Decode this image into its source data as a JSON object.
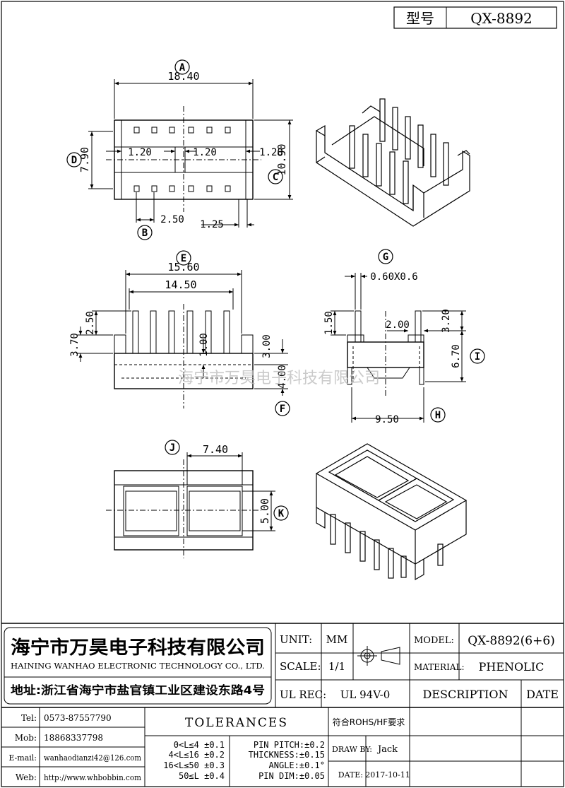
{
  "model_box": {
    "label": "型号",
    "value": "QX-8892"
  },
  "dimensions": {
    "A": "18.40",
    "B": "2.50",
    "B2": "1.25",
    "C": "10.90",
    "D": "7.90",
    "w1": "1.20",
    "w2": "1.20",
    "w3": "1.20",
    "E": "15.60",
    "E2": "14.50",
    "h1": "2.50",
    "h2": "3.70",
    "h3": "1.00",
    "h4": "3.00",
    "F": "4.00",
    "G": "0.60X0.6",
    "g1": "1.50",
    "g2": "2.00",
    "g3": "3.20",
    "I": "6.70",
    "H": "9.50",
    "J": "7.40",
    "K": "5.00"
  },
  "callouts": [
    "A",
    "B",
    "C",
    "D",
    "E",
    "F",
    "G",
    "H",
    "I",
    "J",
    "K"
  ],
  "watermark": "海宁市万昊电子科技有限公司",
  "company": {
    "name_cn": "海宁市万昊电子科技有限公司",
    "name_en": "HAINING WANHAO ELECTRONIC TECHNOLOGY CO., LTD.",
    "address": "地址:浙江省海宁市盐官镇工业区建设东路4号"
  },
  "contact": [
    {
      "label": "Tel:",
      "value": "0573-87557790"
    },
    {
      "label": "Mob:",
      "value": "18868337798"
    },
    {
      "label": "E-mail:",
      "value": "wanhaodianzi42@126.com"
    },
    {
      "label": "Web:",
      "value": "http://www.whbobbin.com"
    }
  ],
  "spec": {
    "unit_label": "UNIT:",
    "unit_value": "MM",
    "scale_label": "SCALE:",
    "scale_value": "1/1",
    "ulrec_label": "UL REC:",
    "ulrec_value": "UL 94V-0",
    "model_label": "MODEL:",
    "model_value": "QX-8892(6+6)",
    "material_label": "MATERIAL:",
    "material_value": "PHENOLIC",
    "description_label": "DESCRIPTION",
    "date_label": "DATE",
    "rohs": "符合ROHS/HF要求",
    "drawby_label": "DRAW BY:",
    "drawby_value": "Jack",
    "date_row_label": "DATE:",
    "date_value": "2017-10-11"
  },
  "tolerances": {
    "title": "TOLERANCES",
    "ranges": [
      "0<L≤4 ±0.1",
      "4<L≤16 ±0.2",
      "16<L≤50 ±0.3",
      "50≤L ±0.4"
    ],
    "specs": [
      "PIN PITCH:±0.2",
      "THICKNESS:±0.15",
      "ANGLE:±0.1°",
      "PIN DIM:±0.05"
    ]
  }
}
